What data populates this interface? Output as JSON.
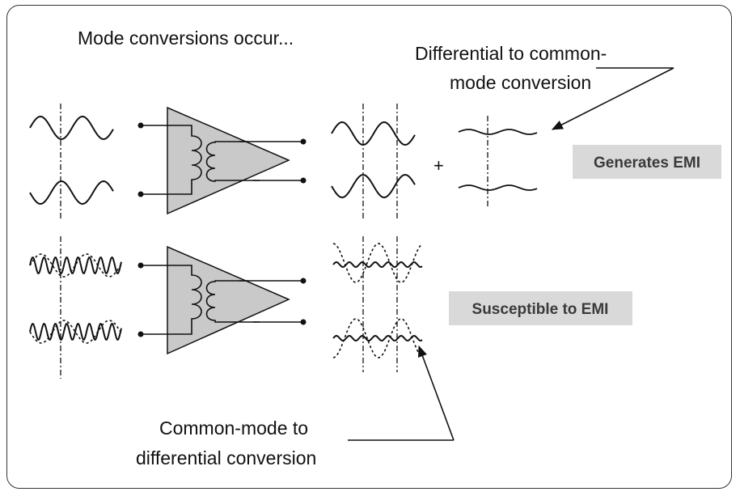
{
  "title": "Mode conversions occur...",
  "labels": {
    "diff_to_cm_line1": "Differential to common-",
    "diff_to_cm_line2": "mode conversion",
    "plus": "+",
    "generates_emi": "Generates EMI",
    "susceptible_emi": "Susceptible to EMI",
    "cm_to_diff_line1": "Common-mode to",
    "cm_to_diff_line2": "differential conversion"
  },
  "colors": {
    "stroke": "#111111",
    "amplifier_fill": "#c9c9c9",
    "badge_fill": "#d9d9d9",
    "badge_text": "#3a3a3a"
  }
}
